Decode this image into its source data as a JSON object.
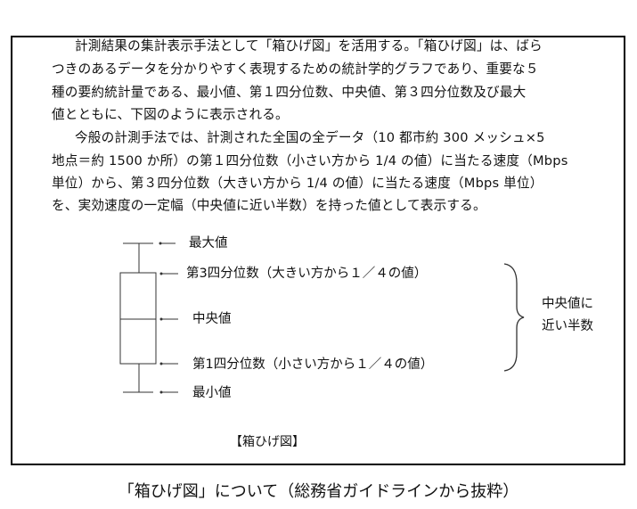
{
  "body_text": {
    "lines": [
      "計測結果の集計表示手法として「箱ひげ図」を活用する。「箱ひげ図」は、ばら",
      "つきのあるデータを分かりやすく表現するための統計学的グラフであり、重要な５",
      "種の要約統計量である、最小値、第１四分位数、中央値、第３四分位数及び最大",
      "値とともに、下図のように表示される。",
      "今般の計測手法では、計測された全国の全データ（10 都市約 300 メッシュ×5",
      "地点＝約 1500 か所）の第１四分位数（小さい方から 1/4 の値）に当たる速度（Mbps",
      "単位）から、第３四分位数（大きい方から 1/4 の値）に当たる速度（Mbps 単位）",
      "を、実効速度の一定幅（中央値に近い半数）を持った値として表示する。"
    ]
  },
  "diagram": {
    "labels": {
      "max": "最大値",
      "q3": "第3四分位数（大きい方から１／４の値）",
      "median": "中央値",
      "q1": "第1四分位数（小さい方から１／４の値）",
      "min": "最小値"
    },
    "brace_label_line1": "中央値に",
    "brace_label_line2": "近い半数",
    "title": "【箱ひげ図】"
  },
  "caption": "「箱ひげ図」について（総務省ガイドラインから抜粋）"
}
